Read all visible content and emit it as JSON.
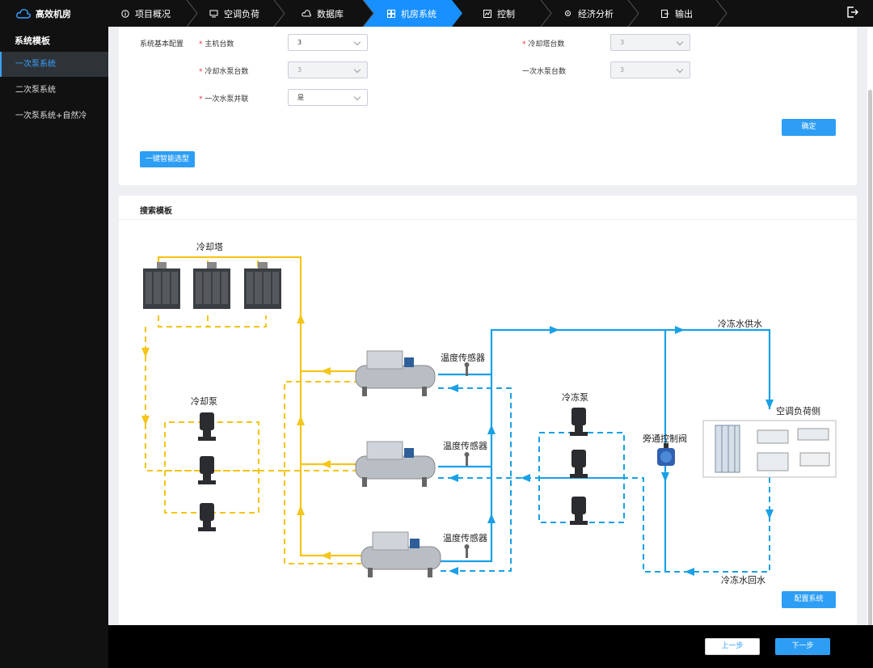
{
  "app": {
    "title": "高效机房"
  },
  "sidebar": {
    "section_title": "系统模板",
    "items": [
      {
        "label": "一次泵系统",
        "active": true
      },
      {
        "label": "二次泵系统",
        "active": false
      },
      {
        "label": "一次泵系统+自然冷",
        "active": false
      }
    ]
  },
  "steps": [
    {
      "label": "项目概况",
      "icon": "info-icon"
    },
    {
      "label": "空调负荷",
      "icon": "monitor-icon"
    },
    {
      "label": "数据库",
      "icon": "cloud-icon"
    },
    {
      "label": "机房系统",
      "icon": "grid-icon",
      "active": true
    },
    {
      "label": "控制",
      "icon": "control-icon"
    },
    {
      "label": "经济分析",
      "icon": "gear-icon"
    },
    {
      "label": "输出",
      "icon": "export-icon"
    }
  ],
  "config": {
    "group_label": "系统基本配置",
    "fields": {
      "chiller_count": {
        "label": "主机台数",
        "value": "3"
      },
      "cooling_tower_count": {
        "label": "冷却塔台数",
        "value": "3"
      },
      "cooling_pump_count": {
        "label": "冷却水泵台数",
        "value": "3"
      },
      "primary_pump_count": {
        "label": "一次水泵台数",
        "value": "3"
      },
      "primary_pump_parallel": {
        "label": "一次水泵并联",
        "value": "是"
      }
    },
    "confirm_label": "确定",
    "smart_select_label": "一键智能选型"
  },
  "template": {
    "title": "搜索模板",
    "labels": {
      "cooling_tower": "冷却塔",
      "cooling_pump": "冷却泵",
      "temp_sensor": "温度传感器",
      "chilled_pump": "冷冻泵",
      "chilled_supply": "冷冻水供水",
      "load_side": "空调负荷侧",
      "bypass_valve": "旁通控制阀",
      "chilled_return": "冷冻水回水"
    },
    "config_system_label": "配置系统"
  },
  "footer": {
    "prev_label": "上一步",
    "next_label": "下一步"
  },
  "colors": {
    "accent": "#2e9ef5",
    "cooling": "#f5c518",
    "chilled": "#1aa0e6"
  }
}
